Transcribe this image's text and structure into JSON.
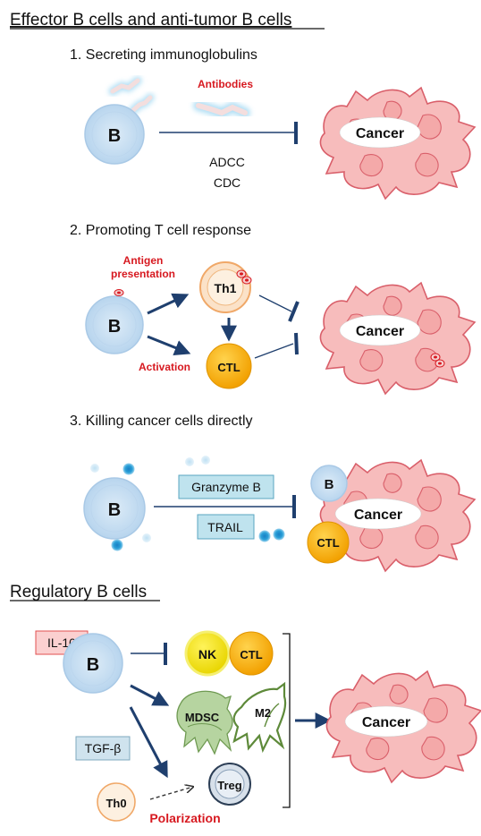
{
  "section_effector": {
    "title": "Effector B cells and anti-tumor B cells",
    "part1": {
      "heading": "1. Secreting immunoglobulins",
      "antibodies_label": "Antibodies",
      "b_label": "B",
      "cancer_label": "Cancer",
      "mechanism_1": "ADCC",
      "mechanism_2": "CDC"
    },
    "part2": {
      "heading": "2. Promoting T cell response",
      "antigen_label_line1": "Antigen",
      "antigen_label_line2": "presentation",
      "activation_label": "Activation",
      "b_label": "B",
      "th1_label": "Th1",
      "ctl_label": "CTL",
      "cancer_label": "Cancer"
    },
    "part3": {
      "heading": "3. Killing cancer cells directly",
      "granzyme_label": "Granzyme B",
      "trail_label": "TRAIL",
      "b_label": "B",
      "b_small_label": "B",
      "ctl_label": "CTL",
      "cancer_label": "Cancer"
    }
  },
  "section_regulatory": {
    "title": "Regulatory B cells",
    "il10_label": "IL-10",
    "tgfb_label": "TGF-β",
    "b_label": "B",
    "nk_label": "NK",
    "ctl_label": "CTL",
    "mdsc_label": "MDSC",
    "m2_label": "M2",
    "th0_label": "Th0",
    "treg_label": "Treg",
    "polarization_label": "Polarization",
    "cancer_label": "Cancer"
  },
  "colors": {
    "b_cell_fill": "#cfe3f3",
    "b_cell_stroke": "#a9c9e6",
    "cancer_fill": "#f6b9b9",
    "cancer_stroke": "#d9606a",
    "arrow": "#1f3f6e",
    "red_label": "#d71920",
    "ctl_orange": "#f5a400",
    "nk_yellow": "#f3e400",
    "teal_box": "#bfe3ee",
    "mdsc_green": "#b6d4a0",
    "m2_green": "#8fb06a"
  }
}
